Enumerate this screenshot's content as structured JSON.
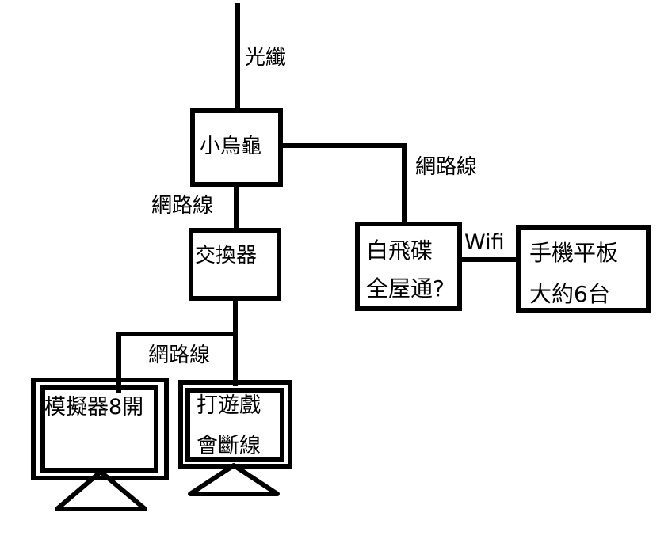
{
  "diagram": {
    "title": "",
    "nodes": [
      {
        "id": "router",
        "label": "小烏龜"
      },
      {
        "id": "switch",
        "label": "交換器"
      },
      {
        "id": "mesh",
        "label": "白飛碟\n全屋通?",
        "lines": [
          "白飛碟",
          "全屋通?"
        ]
      },
      {
        "id": "mobile",
        "label": "手機平板\n大約6台",
        "lines": [
          "手機平板",
          "大約6台"
        ]
      },
      {
        "id": "pc1",
        "label": "模擬器8開",
        "type": "monitor"
      },
      {
        "id": "pc2",
        "label": "打遊戲\n會斷線",
        "lines": [
          "打遊戲",
          "會斷線"
        ],
        "type": "monitor"
      }
    ],
    "edges": [
      {
        "from": "external",
        "to": "router",
        "label": "光纖"
      },
      {
        "from": "router",
        "to": "switch",
        "label": "網路線"
      },
      {
        "from": "router",
        "to": "mesh",
        "label": "網路線"
      },
      {
        "from": "mesh",
        "to": "mobile",
        "label": "Wifi"
      },
      {
        "from": "switch",
        "to": "pc1",
        "label": "網路線"
      },
      {
        "from": "switch",
        "to": "pc2",
        "label": ""
      }
    ]
  }
}
